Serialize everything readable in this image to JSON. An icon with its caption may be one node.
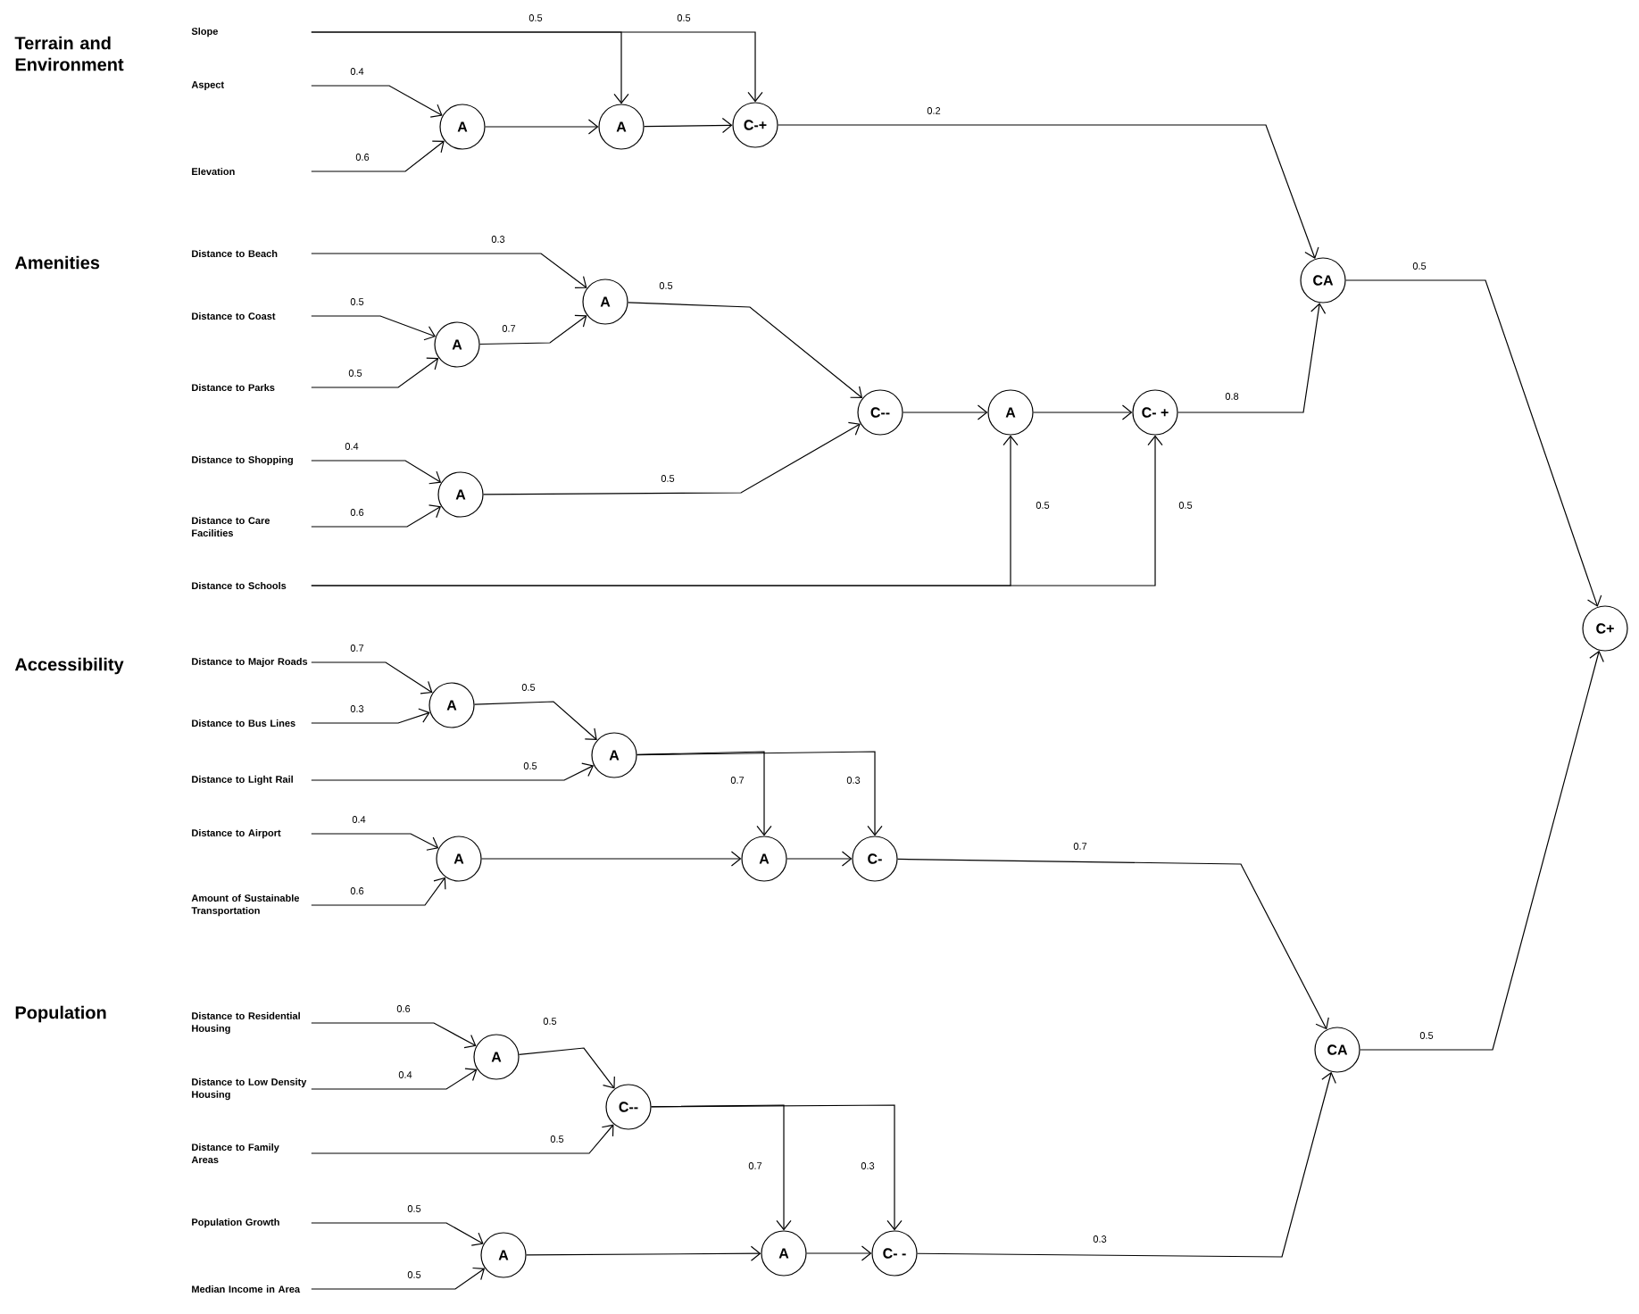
{
  "diagram": {
    "nodes": [
      {
        "text": [
          "Slope"
        ]
      },
      {
        "text": [
          "Aspect"
        ]
      },
      {
        "text": [
          "Elevation"
        ]
      },
      {
        "text": [
          "Distance to Beach"
        ]
      },
      {
        "text": [
          "Distance to Coast"
        ]
      },
      {
        "text": [
          "Distance to Parks"
        ]
      },
      {
        "text": [
          "Distance to Shopping"
        ]
      },
      {
        "text": [
          "Distance to Care Facilities"
        ]
      },
      {
        "text": [
          "Distance to Schools"
        ]
      },
      {
        "text": [
          "Distance to Major Roads"
        ]
      },
      {
        "text": [
          "Distance to Bus Lines"
        ]
      },
      {
        "text": [
          "Distance to Light Rail"
        ]
      },
      {
        "text": [
          "Distance to Airport"
        ]
      },
      {
        "text": [
          "Amount of Sustainable Transportation"
        ]
      },
      {
        "text": [
          "Distance to Residential Housing"
        ]
      },
      {
        "text": [
          "Distance to Low Density Housing"
        ]
      },
      {
        "text": [
          "Distance to Family Areas"
        ]
      },
      {
        "text": [
          "Population Growth"
        ]
      },
      {
        "text": [
          "Median Income in Area"
        ]
      },
      {
        "text": [
          "A"
        ]
      },
      {
        "text": [
          "A"
        ]
      },
      {
        "text": [
          "C-+"
        ]
      },
      {
        "text": [
          "A"
        ]
      },
      {
        "text": [
          "A"
        ]
      },
      {
        "text": [
          "A"
        ]
      },
      {
        "text": [
          "C--"
        ]
      },
      {
        "text": [
          "A"
        ]
      },
      {
        "text": [
          "C- +"
        ]
      },
      {
        "text": [
          "CA"
        ]
      },
      {
        "text": [
          "A"
        ]
      },
      {
        "text": [
          "A"
        ]
      },
      {
        "text": [
          "A"
        ]
      },
      {
        "text": [
          "A"
        ]
      },
      {
        "text": [
          "C-"
        ]
      },
      {
        "text": [
          "CA"
        ]
      },
      {
        "text": [
          "C+"
        ]
      },
      {
        "text": [
          "A"
        ]
      },
      {
        "text": [
          "C--"
        ]
      },
      {
        "text": [
          "A"
        ]
      },
      {
        "text": [
          "C- -"
        ]
      },
      {
        "text": [
          "A"
        ]
      }
    ],
    "edges": [
      {
        "from": 0,
        "to": 20,
        "arrow": "to",
        "label": "0.5"
      },
      {
        "from": 0,
        "to": 21,
        "arrow": "to",
        "label": "0.5"
      },
      {
        "from": 1,
        "to": 19,
        "arrow": "to",
        "label": "0.4"
      },
      {
        "from": 2,
        "to": 19,
        "arrow": "to",
        "label": "0.6"
      },
      {
        "from": 19,
        "to": 20,
        "arrow": "to"
      },
      {
        "from": 20,
        "to": 21,
        "arrow": "to"
      },
      {
        "from": 21,
        "to": 28,
        "arrow": "to",
        "label": "0.2"
      },
      {
        "from": 3,
        "to": 22,
        "arrow": "to",
        "label": "0.3"
      },
      {
        "from": 4,
        "to": 23,
        "arrow": "to",
        "label": "0.5"
      },
      {
        "from": 5,
        "to": 23,
        "arrow": "to",
        "label": "0.5"
      },
      {
        "from": 23,
        "to": 22,
        "arrow": "to",
        "label": "0.7"
      },
      {
        "from": 22,
        "to": 25,
        "arrow": "to",
        "label": "0.5"
      },
      {
        "from": 6,
        "to": 24,
        "arrow": "to",
        "label": "0.4"
      },
      {
        "from": 7,
        "to": 24,
        "arrow": "to",
        "label": "0.6"
      },
      {
        "from": 24,
        "to": 25,
        "arrow": "to",
        "label": "0.5"
      },
      {
        "from": 25,
        "to": 26,
        "arrow": "to"
      },
      {
        "from": 26,
        "to": 27,
        "arrow": "to"
      },
      {
        "from": 8,
        "to": 26,
        "arrow": "to",
        "label": "0.5"
      },
      {
        "from": 8,
        "to": 27,
        "arrow": "to",
        "label": "0.5"
      },
      {
        "from": 27,
        "to": 28,
        "arrow": "to",
        "label": "0.8"
      },
      {
        "from": 28,
        "to": 35,
        "arrow": "to",
        "label": "0.5"
      },
      {
        "from": 9,
        "to": 29,
        "arrow": "to",
        "label": "0.7"
      },
      {
        "from": 10,
        "to": 29,
        "arrow": "to",
        "label": "0.3"
      },
      {
        "from": 29,
        "to": 30,
        "arrow": "to",
        "label": "0.5"
      },
      {
        "from": 11,
        "to": 30,
        "arrow": "to",
        "label": "0.5"
      },
      {
        "from": 30,
        "to": 32,
        "arrow": "to",
        "label": "0.7"
      },
      {
        "from": 30,
        "to": 33,
        "arrow": "to",
        "label": "0.3"
      },
      {
        "from": 12,
        "to": 31,
        "arrow": "to",
        "label": "0.4"
      },
      {
        "from": 13,
        "to": 31,
        "arrow": "to",
        "label": "0.6"
      },
      {
        "from": 31,
        "to": 32,
        "arrow": "to"
      },
      {
        "from": 32,
        "to": 33,
        "arrow": "to"
      },
      {
        "from": 33,
        "to": 34,
        "arrow": "to",
        "label": "0.7"
      },
      {
        "from": 34,
        "to": 35,
        "arrow": "to",
        "label": "0.5"
      },
      {
        "from": 14,
        "to": 36,
        "arrow": "to",
        "label": "0.6"
      },
      {
        "from": 15,
        "to": 36,
        "arrow": "to",
        "label": "0.4"
      },
      {
        "from": 36,
        "to": 37,
        "arrow": "to",
        "label": "0.5"
      },
      {
        "from": 16,
        "to": 37,
        "arrow": "to",
        "label": "0.5"
      },
      {
        "from": 37,
        "to": 38,
        "arrow": "to",
        "label": "0.7"
      },
      {
        "from": 37,
        "to": 39,
        "arrow": "to",
        "label": "0.3"
      },
      {
        "from": 17,
        "to": 40,
        "arrow": "to",
        "label": "0.5"
      },
      {
        "from": 18,
        "to": 40,
        "arrow": "to",
        "label": "0.5"
      },
      {
        "from": 40,
        "to": 38,
        "arrow": "to"
      },
      {
        "from": 38,
        "to": 39,
        "arrow": "to"
      },
      {
        "from": 39,
        "to": 34,
        "arrow": "to",
        "label": "0.3"
      }
    ],
    "labels": [
      "Terrain and Environment",
      "Amenities",
      "Accessibility",
      "Population"
    ]
  }
}
